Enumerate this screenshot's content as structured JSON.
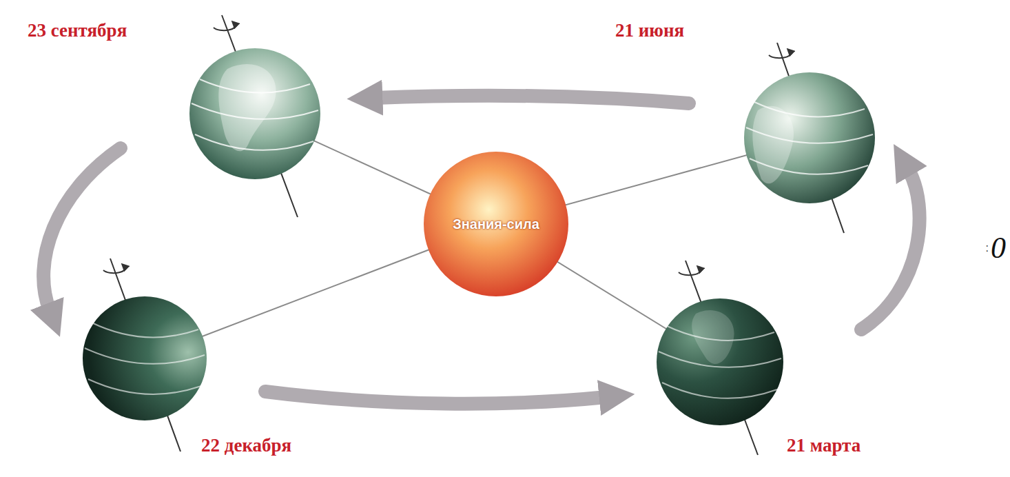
{
  "diagram": {
    "labels": [
      "23 сентября",
      "21 июня",
      "Знания-сила",
      ":",
      "0",
      "22 декабря",
      "21 марта"
    ]
  }
}
